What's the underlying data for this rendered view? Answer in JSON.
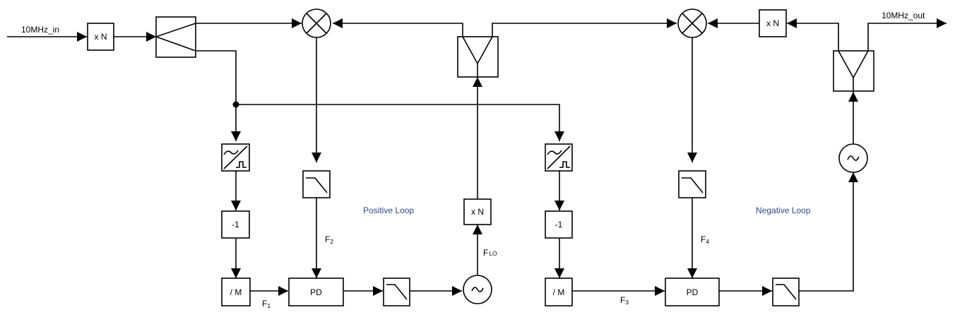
{
  "signals": {
    "input": "10MHz_in",
    "output": "10MHz_out",
    "f1": {
      "main": "F",
      "sub": "1"
    },
    "f2": {
      "main": "F",
      "sub": "2"
    },
    "f3": {
      "main": "F",
      "sub": "3"
    },
    "f4": {
      "main": "F",
      "sub": "4"
    },
    "flo": {
      "main": "F",
      "sub": "LO"
    }
  },
  "blocks": {
    "multiplier": "x N",
    "inverter": "-1",
    "divider": "/ M",
    "phase_detector": "PD"
  },
  "loops": {
    "positive": "Positive Loop",
    "negative": "Negative Loop"
  },
  "icons": [
    "mixer-icon",
    "splitter-icon",
    "combiner-icon",
    "lowpass-filter-icon",
    "comparator-icon",
    "oscillator-icon"
  ]
}
